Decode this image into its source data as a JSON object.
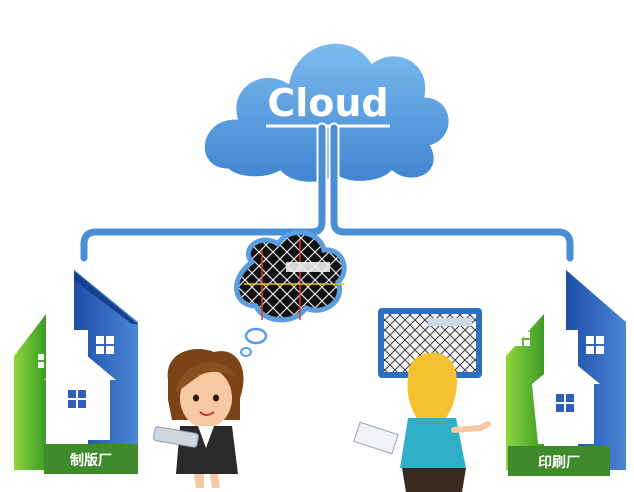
{
  "cloud": {
    "title": "Cloud"
  },
  "factories": {
    "left": {
      "label": "制版厂"
    },
    "right": {
      "label": "印刷厂"
    }
  },
  "colors": {
    "cloud_fill": "#4a8fd6",
    "cloud_light": "#6fb0ea",
    "connector": "#5a9de0",
    "house_blue": "#2f5fb8",
    "house_green": "#4aa82a",
    "house_green_light": "#8ed23c",
    "label_bg": "#3f8a2a"
  },
  "icons": {
    "cloud": "cloud-shape",
    "thought_bubble": "thought-bubble-icon",
    "woman_tablet": "woman-with-tablet-illustration",
    "woman_monitor": "woman-viewing-monitor-illustration",
    "monitor": "monitor-icon"
  }
}
